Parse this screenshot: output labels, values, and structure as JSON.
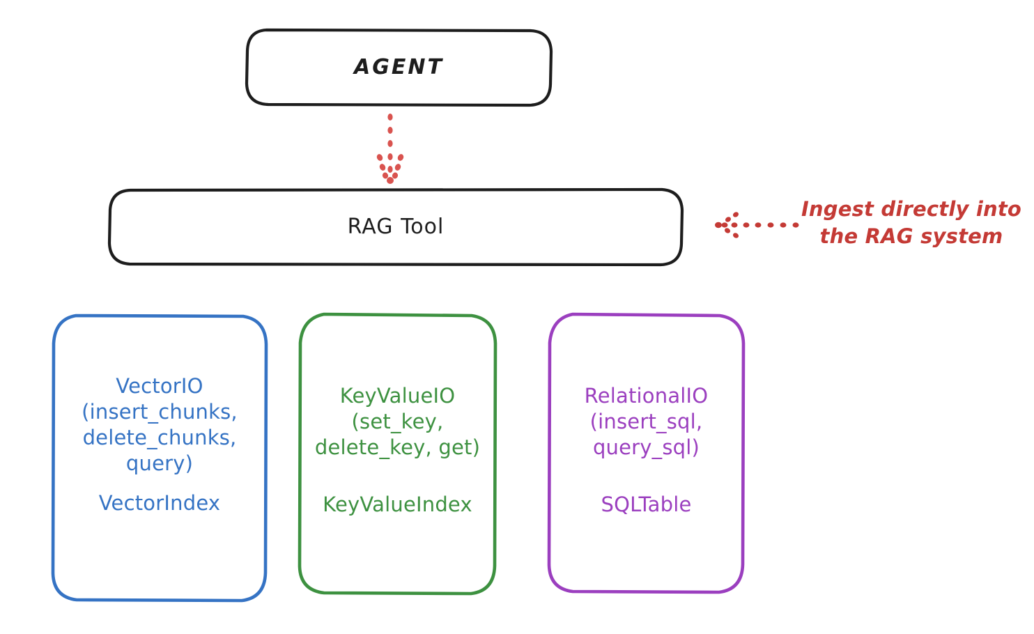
{
  "diagram": {
    "title": "RAG Tool architecture",
    "background": "#ffffff",
    "colors": {
      "black": "#1d1d1d",
      "blue": "#3573c4",
      "green": "#3d9140",
      "purple": "#9b3fbf",
      "red": "#c43a35"
    }
  },
  "nodes": {
    "agent": {
      "label": "AGENT",
      "stroke": "#1d1d1d"
    },
    "rag_tool": {
      "label": "RAG Tool",
      "stroke": "#1d1d1d"
    },
    "vector_io": {
      "api": "VectorIO\n(insert_chunks,\ndelete_chunks,\nquery)",
      "index": "VectorIndex",
      "stroke": "#3573c4"
    },
    "key_value_io": {
      "api": "KeyValueIO\n(set_key,\ndelete_key, get)",
      "index": "KeyValueIndex",
      "stroke": "#3d9140"
    },
    "relational_io": {
      "api": "RelationalIO\n(insert_sql,\nquery_sql)",
      "index": "SQLTable",
      "stroke": "#9b3fbf"
    }
  },
  "connectors": {
    "agent_to_rag": {
      "style": "dotted",
      "direction": "down",
      "color": "#c43a35"
    },
    "ingest_arrow": {
      "style": "dotted",
      "direction": "left",
      "color": "#c43a35"
    }
  },
  "annotations": {
    "ingest_note": "Ingest directly into\nthe RAG system"
  }
}
